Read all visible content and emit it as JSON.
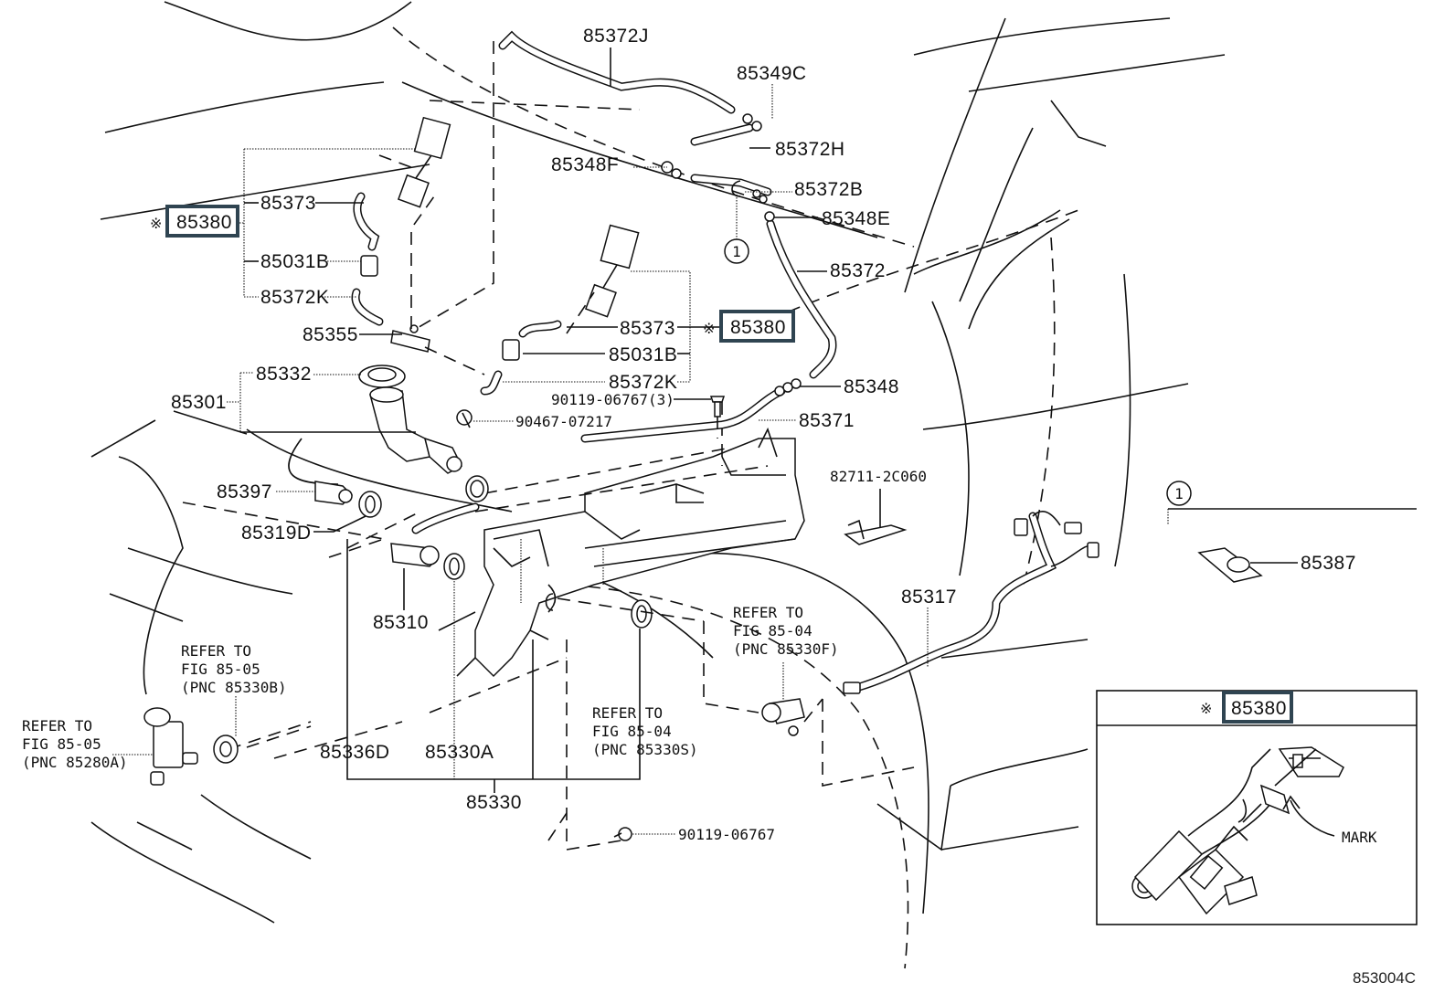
{
  "diagram": {
    "figure_id": "853004C",
    "highlight_color": "#2f4451",
    "reference_mark": "※",
    "callout_circle": "1",
    "labels": {
      "p85372J": "85372J",
      "p85349C": "85349C",
      "p85372H": "85372H",
      "p85348F": "85348F",
      "p85372B": "85372B",
      "p85348E": "85348E",
      "p85372": "85372",
      "p85380_left": "85380",
      "p85373_left": "85373",
      "p85031B_left": "85031B",
      "p85372K_left": "85372K",
      "p85355": "85355",
      "p85373_mid": "85373",
      "p85031B_mid": "85031B",
      "p85372K_mid": "85372K",
      "p85380_mid": "85380",
      "p90119_3": "90119-06767(3)",
      "p90467": "90467-07217",
      "p85348": "85348",
      "p85371": "85371",
      "p85332": "85332",
      "p85301": "85301",
      "p85397": "85397",
      "p85319D": "85319D",
      "p82711": "82711-2C060",
      "p85310": "85310",
      "p85317": "85317",
      "p85336D": "85336D",
      "p85330A": "85330A",
      "p85330": "85330",
      "p90119": "90119-06767",
      "p85387": "85387",
      "p85380_inset": "85380",
      "mark": "MARK"
    },
    "references": [
      {
        "lines": [
          "REFER TO",
          "FIG 85-05",
          "(PNC 85330B)"
        ]
      },
      {
        "lines": [
          "REFER TO",
          "FIG 85-05",
          "(PNC 85280A)"
        ]
      },
      {
        "lines": [
          "REFER TO",
          "FIG 85-04",
          "(PNC 85330F)"
        ]
      },
      {
        "lines": [
          "REFER TO",
          "FIG 85-04",
          "(PNC 85330S)"
        ]
      }
    ]
  }
}
